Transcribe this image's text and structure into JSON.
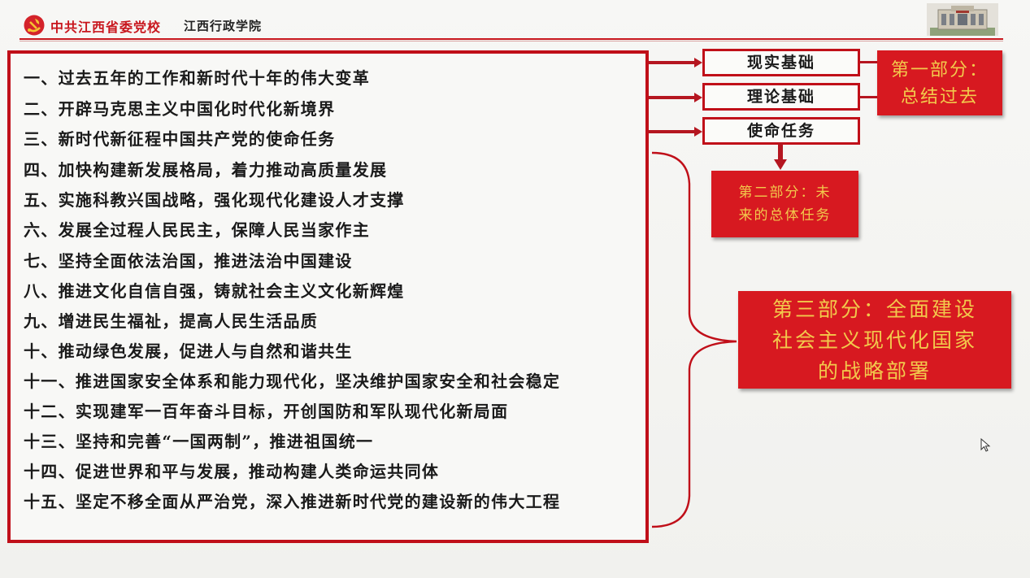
{
  "header": {
    "school_name": "中共江西省委党校",
    "school_name2": "江西行政学院"
  },
  "colors": {
    "accent_red": "#c00f19",
    "box_red": "#d71920",
    "box_text_gold": "#f2c94c"
  },
  "icons": {
    "emblem": "party-emblem-icon",
    "building": "building-photo",
    "cursor": "mouse-cursor-icon"
  },
  "list": {
    "items": [
      "一、过去五年的工作和新时代十年的伟大变革",
      "二、开辟马克思主义中国化时代化新境界",
      "三、新时代新征程中国共产党的使命任务",
      "四、加快构建新发展格局，着力推动高质量发展",
      "五、实施科教兴国战略，强化现代化建设人才支撑",
      "六、发展全过程人民民主，保障人民当家作主",
      "七、坚持全面依法治国，推进法治中国建设",
      "八、推进文化自信自强，铸就社会主义文化新辉煌",
      "九、增进民生福祉，提高人民生活品质",
      "十、推动绿色发展，促进人与自然和谐共生",
      "十一、推进国家安全体系和能力现代化，坚决维护国家安全和社会稳定",
      "十二、实现建军一百年奋斗目标，开创国防和军队现代化新局面",
      "十三、坚持和完善“一国两制”，推进祖国统一",
      "十四、促进世界和平与发展，推动构建人类命运共同体",
      "十五、坚定不移全面从严治党，深入推进新时代党的建设新的伟大工程"
    ]
  },
  "basis": {
    "practical": "现实基础",
    "theoretical": "理论基础",
    "mission": "使命任务"
  },
  "parts": {
    "part1": {
      "line1": "第一部分：",
      "line2": "总结过去"
    },
    "part2": {
      "line1": "第二部分：未",
      "line2": "来的总体任务"
    },
    "part3": {
      "line1": "第三部分：全面建设",
      "line2": "社会主义现代化国家",
      "line3": "的战略部署"
    }
  }
}
